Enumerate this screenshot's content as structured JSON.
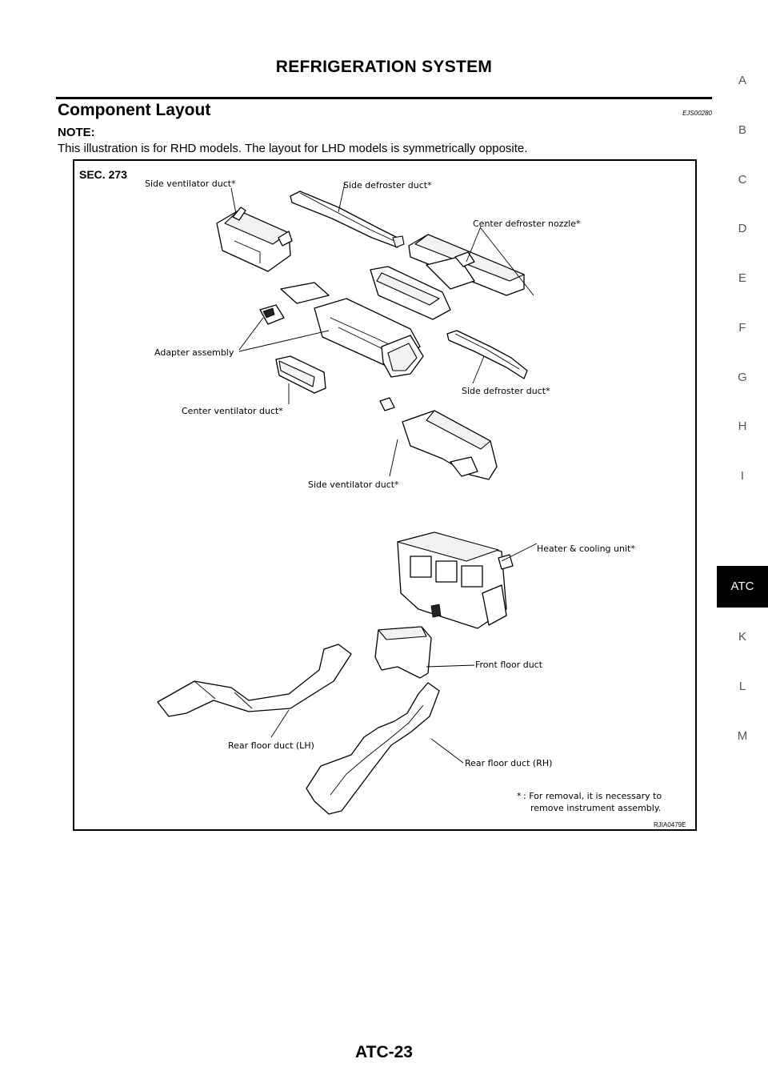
{
  "header": {
    "title": "REFRIGERATION SYSTEM"
  },
  "section": {
    "title": "Component Layout",
    "code": "EJS00280"
  },
  "note": {
    "label": "NOTE:",
    "text": "This illustration is for RHD models. The layout for LHD models is symmetrically opposite."
  },
  "figure": {
    "section_label": "SEC. 273",
    "labels": {
      "side_ventilator_duct_top": "Side ventilator duct*",
      "side_defroster_duct_top": "Side defroster duct*",
      "center_defroster_nozzle": "Center defroster nozzle*",
      "adapter_assembly": "Adapter assembly",
      "side_defroster_duct_right": "Side defroster duct*",
      "center_ventilator_duct": "Center ventilator duct*",
      "side_ventilator_duct_bottom": "Side ventilator duct*",
      "heater_cooling_unit": "Heater & cooling unit*",
      "front_floor_duct": "Front floor duct",
      "rear_floor_duct_lh": "Rear floor duct (LH)",
      "rear_floor_duct_rh": "Rear floor duct (RH)"
    },
    "footnote_marker": "*",
    "footnote_line1": ": For removal, it is necessary to",
    "footnote_line2": "remove instrument assembly.",
    "figure_code": "RJIA0479E"
  },
  "side_index": {
    "letters": [
      "A",
      "B",
      "C",
      "D",
      "E",
      "F",
      "G",
      "H",
      "I",
      "K",
      "L",
      "M"
    ],
    "active": "ATC"
  },
  "page_number": "ATC-23"
}
